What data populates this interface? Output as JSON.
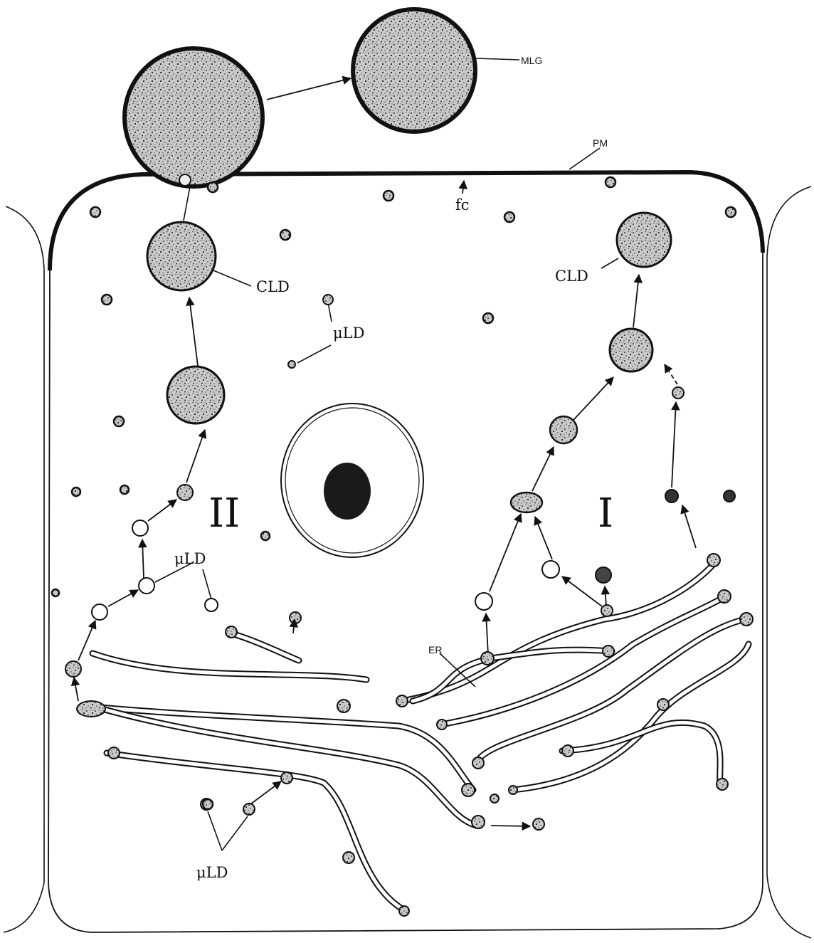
{
  "labels": {
    "mlg": "MLG",
    "pm": "PM",
    "fc": "fc",
    "cld_left": "CLD",
    "cld_right": "CLD",
    "uld_top": "μLD",
    "uld_mid": "μLD",
    "uld_bottom": "μLD",
    "er": "ER",
    "pathway_one": "I",
    "pathway_two": "II"
  }
}
